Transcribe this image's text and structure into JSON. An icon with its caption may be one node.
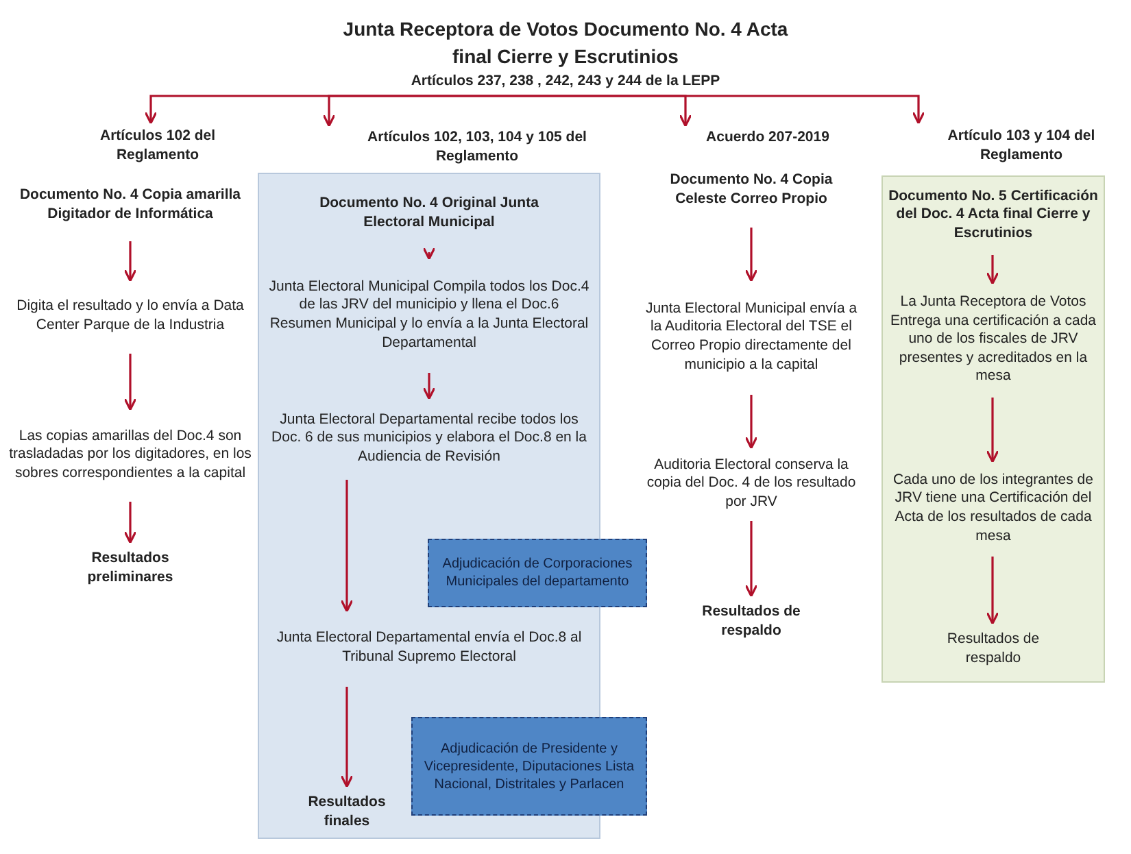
{
  "diagram": {
    "nodes": [
      {
        "text": [
          "Junta Receptora de Votos Documento No. 4 Acta final Cierre y Escrutinios",
          "Artículos 237, 238 , 242, 243 y 244 de la LEPP"
        ]
      },
      {
        "text": [
          "Artículos 102 del Reglamento"
        ]
      },
      {
        "text": [
          "Documento No. 4 Copia amarilla Digitador de Informática"
        ]
      },
      {
        "text": [
          "Digita el resultado y lo envía a Data Center Parque de la Industria"
        ]
      },
      {
        "text": [
          "Las copias amarillas del Doc.4 son trasladadas por los digitadores, en los sobres correspondientes a la capital"
        ]
      },
      {
        "text": [
          "Resultados preliminares"
        ]
      },
      {
        "text": [
          "Artículos 102, 103, 104 y 105 del Reglamento"
        ]
      },
      {
        "text": [],
        "shape": "box"
      },
      {
        "text": [
          "Documento No. 4 Original Junta Electoral Municipal"
        ],
        "in": 7
      },
      {
        "text": [
          "Junta Electoral Municipal Compila todos los Doc.4 de las JRV del municipio y llena el Doc.6 Resumen Municipal y lo envía a la Junta Electoral Departamental"
        ],
        "in": 7
      },
      {
        "text": [
          "Junta Electoral Departamental recibe todos los Doc. 6 de sus municipios y elabora el Doc.8 en la Audiencia de Revisión"
        ],
        "in": 7
      },
      {
        "text": [
          "Adjudicación de Corporaciones Municipales del departamento"
        ]
      },
      {
        "text": [
          "Junta Electoral Departamental envía el Doc.8 al Tribunal Supremo Electoral"
        ],
        "in": 7
      },
      {
        "text": [
          "Adjudicación de Presidente y Vicepresidente, Diputaciones Lista Nacional, Distritales y Parlacen"
        ]
      },
      {
        "text": [
          "Resultados finales"
        ],
        "in": 7
      },
      {
        "text": [
          "Acuerdo 207-2019"
        ]
      },
      {
        "text": [
          "Documento No. 4 Copia Celeste Correo Propio"
        ]
      },
      {
        "text": [
          "Junta Electoral Municipal envía a la Auditoria Electoral del TSE el Correo Propio directamente del municipio a la capital"
        ]
      },
      {
        "text": [
          "Auditoria Electoral conserva la copia del Doc. 4 de los resultado por JRV"
        ]
      },
      {
        "text": [
          "Resultados de respaldo"
        ]
      },
      {
        "text": [
          "Artículo 103 y 104 del Reglamento"
        ]
      },
      {
        "text": [],
        "shape": "box"
      },
      {
        "text": [
          "Documento No. 5 Certificación del Doc. 4 Acta final Cierre y Escrutinios"
        ],
        "in": 21
      },
      {
        "text": [
          "La Junta Receptora de Votos Entrega una certificación a cada uno de los fiscales de JRV presentes y acreditados en la mesa"
        ],
        "in": 21
      },
      {
        "text": [
          "Cada uno de los integrantes de JRV tiene una Certificación del Acta de los resultados de cada mesa"
        ],
        "in": 21
      },
      {
        "text": [
          "Resultados de respaldo"
        ],
        "in": 21
      }
    ],
    "edges": [
      {
        "from": 0,
        "to": 1,
        "arrow": "to"
      },
      {
        "from": 0,
        "to": 6,
        "arrow": "to"
      },
      {
        "from": 0,
        "to": 15,
        "arrow": "to"
      },
      {
        "from": 0,
        "to": 20,
        "arrow": "to"
      },
      {
        "from": 2,
        "to": 3,
        "arrow": "to"
      },
      {
        "from": 3,
        "to": 4,
        "arrow": "to"
      },
      {
        "from": 4,
        "to": 5,
        "arrow": "to"
      },
      {
        "from": 8,
        "to": 9,
        "arrow": "to"
      },
      {
        "from": 9,
        "to": 10,
        "arrow": "to"
      },
      {
        "from": 10,
        "to": 12,
        "arrow": "to"
      },
      {
        "from": 12,
        "to": 14,
        "arrow": "to"
      },
      {
        "from": 16,
        "to": 17,
        "arrow": "to"
      },
      {
        "from": 17,
        "to": 18,
        "arrow": "to"
      },
      {
        "from": 18,
        "to": 19,
        "arrow": "to"
      },
      {
        "from": 22,
        "to": 23,
        "arrow": "to"
      },
      {
        "from": 23,
        "to": 24,
        "arrow": "to"
      },
      {
        "from": 24,
        "to": 25,
        "arrow": "to"
      }
    ]
  }
}
